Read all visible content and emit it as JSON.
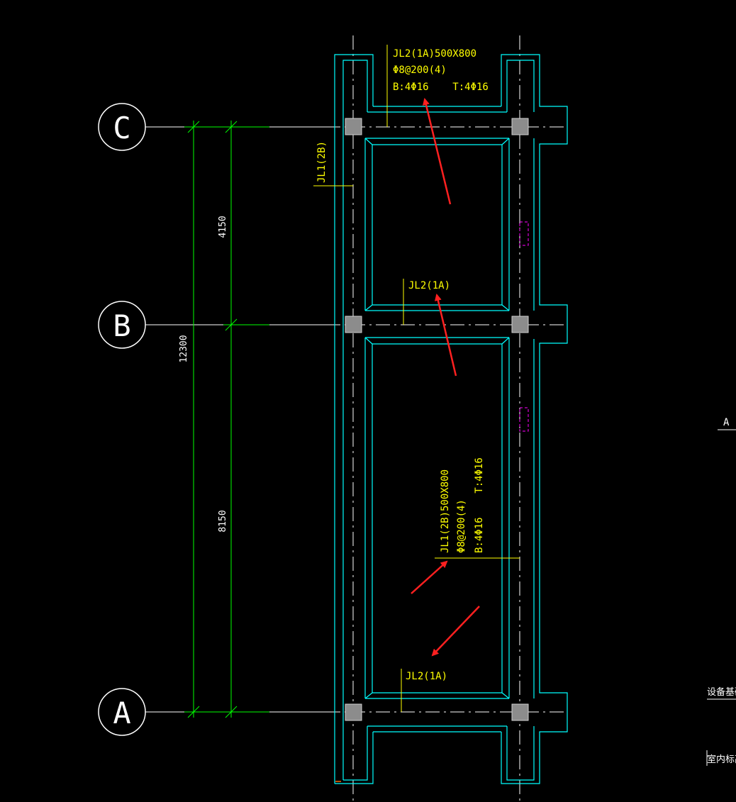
{
  "axes": {
    "C": "C",
    "B": "B",
    "A": "A"
  },
  "dimensions": {
    "upper": "4150",
    "lower": "8150",
    "total": "12300"
  },
  "beam_labels": {
    "top_jl2_line1": "JL2(1A)500X800",
    "top_jl2_line2": "Φ8@200(4)",
    "top_jl2_line3": "B:4Φ16    T:4Φ16",
    "left_jl1": "JL1(2B)",
    "mid_jl2": "JL2(1A)",
    "center_jl1_line1": "JL1(2B)500X800",
    "center_jl1_line2": "Φ8@200(4)",
    "center_jl1_line3": "B:4Φ16    T:4Φ16",
    "bottom_jl2": "JL2(1A)"
  },
  "right_edge": {
    "label_a": "A",
    "text_1": "设备基础",
    "text_2": "室内标高"
  },
  "colors": {
    "background": "#000000",
    "beam": "#00ffff",
    "dimension": "#00ff00",
    "label": "#ffff00",
    "arrow": "#ff2020",
    "column": "#9a9a9a",
    "magenta": "#ff00ff"
  }
}
